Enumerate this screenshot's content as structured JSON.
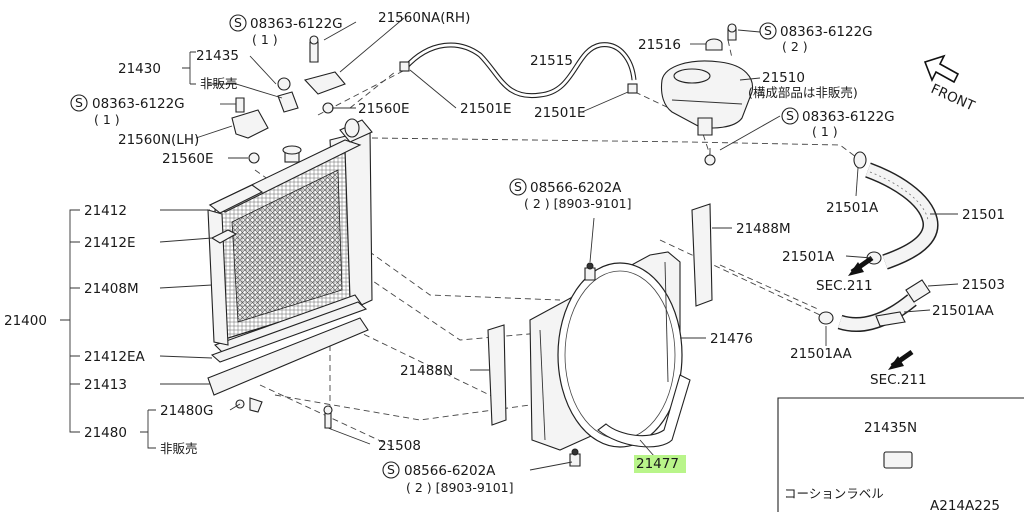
{
  "diagram": {
    "code": "A214A225",
    "front_label": "FRONT",
    "inset": {
      "part": "21435N",
      "caption": "コーションラベル"
    },
    "highlighted_part": "21477",
    "labels": {
      "bolt_top_1": "08363-6122G",
      "bolt_top_1_qty": "( 1 )",
      "p21560NA": "21560NA(RH)",
      "p21435": "21435",
      "p21430": "21430",
      "not_sold_1": "非販売",
      "bolt_left": "08363-6122G",
      "bolt_left_qty": "( 1 )",
      "p21560E_top": "21560E",
      "p21560N": "21560N(LH)",
      "p21560E_left": "21560E",
      "p21515": "21515",
      "p21501E_1": "21501E",
      "p21501E_2": "21501E",
      "p21516": "21516",
      "bolt_tank": "08363-6122G",
      "bolt_tank_qty": "( 2 )",
      "p21510": "21510",
      "p21510_note": "(構成部品は非販売)",
      "bolt_tank2": "08363-6122G",
      "bolt_tank2_qty": "( 1 )",
      "p21412": "21412",
      "p21412E": "21412E",
      "p21408M": "21408M",
      "p21400": "21400",
      "p21412EA": "21412EA",
      "p21413": "21413",
      "p21480G": "21480G",
      "p21480": "21480",
      "not_sold_2": "非販売",
      "p21508": "21508",
      "bolt_fan_1": "08566-6202A",
      "bolt_fan_1_qty": "( 2 ) [8903-9101]",
      "p21488M": "21488M",
      "p21476": "21476",
      "p21488N": "21488N",
      "p21477": "21477",
      "bolt_fan_2": "08566-6202A",
      "bolt_fan_2_qty": "( 2 ) [8903-9101]",
      "p21501A_1": "21501A",
      "p21501": "21501",
      "p21501A_2": "21501A",
      "sec_211_1": "SEC.211",
      "p21503": "21503",
      "p21501AA_1": "21501AA",
      "p21501AA_2": "21501AA",
      "sec_211_2": "SEC.211",
      "s_mark": "S"
    }
  }
}
